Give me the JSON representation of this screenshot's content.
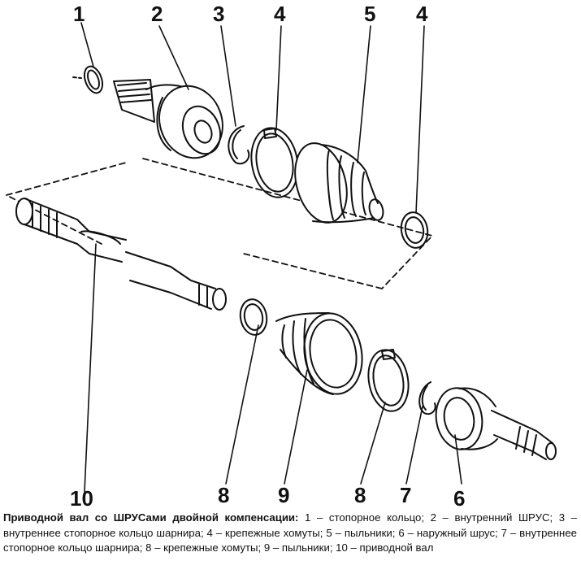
{
  "labels": {
    "top": [
      {
        "id": "l1",
        "text": "1"
      },
      {
        "id": "l2",
        "text": "2"
      },
      {
        "id": "l3",
        "text": "3"
      },
      {
        "id": "l4a",
        "text": "4"
      },
      {
        "id": "l5",
        "text": "5"
      },
      {
        "id": "l4b",
        "text": "4"
      }
    ],
    "bottom": [
      {
        "id": "l10",
        "text": "10"
      },
      {
        "id": "l8a",
        "text": "8"
      },
      {
        "id": "l9",
        "text": "9"
      },
      {
        "id": "l8b",
        "text": "8"
      },
      {
        "id": "l7",
        "text": "7"
      },
      {
        "id": "l6",
        "text": "6"
      }
    ]
  },
  "caption": {
    "title": "Приводной вал со ШРУСами двойной компенсации:",
    "body": " 1 – стопорное кольцо; 2 – внутренний ШРУС; 3 – внутреннее стопорное кольцо шарнира; 4 – крепежные хомуты; 5 – пыльники; 6 – наружный шрус; 7 – внутреннее стопорное кольцо шарнира; 8 – крепежные хомуты; 9 – пыльники; 10 – приводной вал"
  }
}
